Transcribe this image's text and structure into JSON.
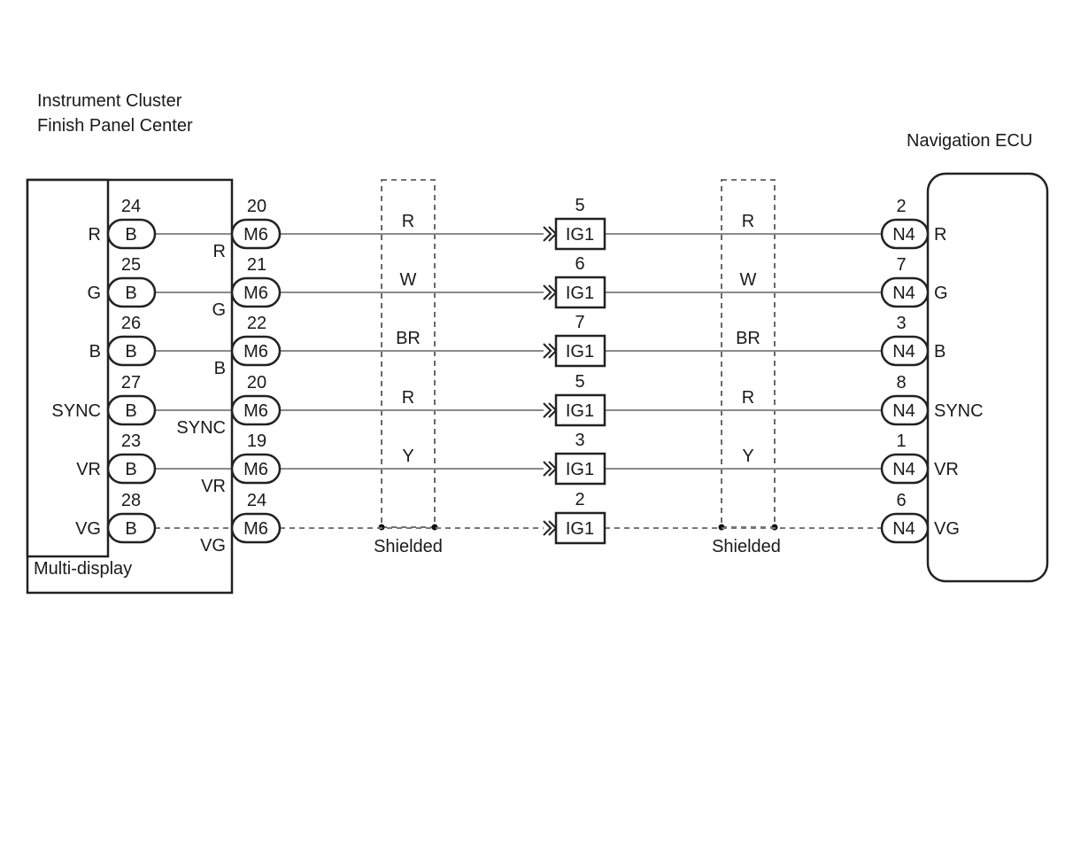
{
  "components": {
    "left_title_line1": "Instrument Cluster",
    "left_title_line2": "Finish Panel Center",
    "left_sub": "Multi-display",
    "right_title": "Navigation ECU"
  },
  "connectors": {
    "left_inner": "B",
    "left_outer": "M6",
    "junction": "IG1",
    "right": "N4"
  },
  "shield_label": "Shielded",
  "circuits": [
    {
      "signal": "R",
      "b_pin": "24",
      "m6_pin": "20",
      "wire_left": "R",
      "ig1_pin": "5",
      "wire_right": "R",
      "n4_pin": "2",
      "shielded": false
    },
    {
      "signal": "G",
      "b_pin": "25",
      "m6_pin": "21",
      "wire_left": "W",
      "ig1_pin": "6",
      "wire_right": "W",
      "n4_pin": "7",
      "shielded": false
    },
    {
      "signal": "B",
      "b_pin": "26",
      "m6_pin": "22",
      "wire_left": "BR",
      "ig1_pin": "7",
      "wire_right": "BR",
      "n4_pin": "3",
      "shielded": false
    },
    {
      "signal": "SYNC",
      "b_pin": "27",
      "m6_pin": "20",
      "wire_left": "R",
      "ig1_pin": "5",
      "wire_right": "R",
      "n4_pin": "8",
      "shielded": false
    },
    {
      "signal": "VR",
      "b_pin": "23",
      "m6_pin": "19",
      "wire_left": "Y",
      "ig1_pin": "3",
      "wire_right": "Y",
      "n4_pin": "1",
      "shielded": false
    },
    {
      "signal": "VG",
      "b_pin": "28",
      "m6_pin": "24",
      "wire_left": "",
      "ig1_pin": "2",
      "wire_right": "",
      "n4_pin": "6",
      "shielded": true
    }
  ]
}
